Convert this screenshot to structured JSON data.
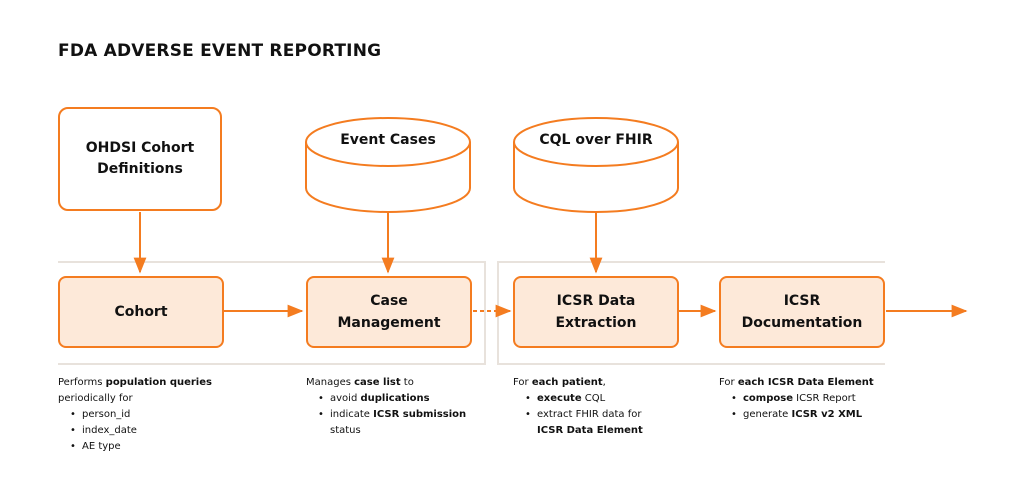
{
  "title": "FDA ADVERSE EVENT REPORTING",
  "colors": {
    "accent": "#f47c20",
    "process_fill": "#fde9d9",
    "band_line": "#e8e2dc"
  },
  "sources": {
    "ohdsi": {
      "line1": "OHDSI Cohort",
      "line2": "Definitions"
    },
    "event_cases": "Event Cases",
    "cql_fhir": "CQL over FHIR"
  },
  "process": {
    "cohort": "Cohort",
    "case_mgmt": {
      "line1": "Case",
      "line2": "Management"
    },
    "icsr_extraction": {
      "line1": "ICSR Data",
      "line2": "Extraction"
    },
    "icsr_doc": {
      "line1": "ICSR",
      "line2": "Documentation"
    }
  },
  "descriptions": {
    "cohort": {
      "intro_pre": "Performs ",
      "intro_bold": "population queries",
      "intro_post": "periodically for",
      "items": [
        "person_id",
        "index_date",
        "AE type"
      ]
    },
    "case_mgmt": {
      "intro_pre": "Manages ",
      "intro_bold": "case list",
      "intro_post": " to",
      "item1_pre": "avoid ",
      "item1_bold": "duplications",
      "item2_pre": "indicate ",
      "item2_bold": "ICSR submission",
      "item2_post": "status"
    },
    "icsr_extraction": {
      "intro_pre": "For ",
      "intro_bold": "each patient",
      "intro_post": ",",
      "item1_bold": "execute",
      "item1_post": " CQL",
      "item2_pre": "extract FHIR data for",
      "item2_bold": "ICSR Data Element"
    },
    "icsr_doc": {
      "intro_pre": "For ",
      "intro_bold": "each ICSR Data Element",
      "item1_bold": "compose",
      "item1_post": " ICSR Report",
      "item2_pre": "generate ",
      "item2_bold": "ICSR v2 XML"
    }
  }
}
